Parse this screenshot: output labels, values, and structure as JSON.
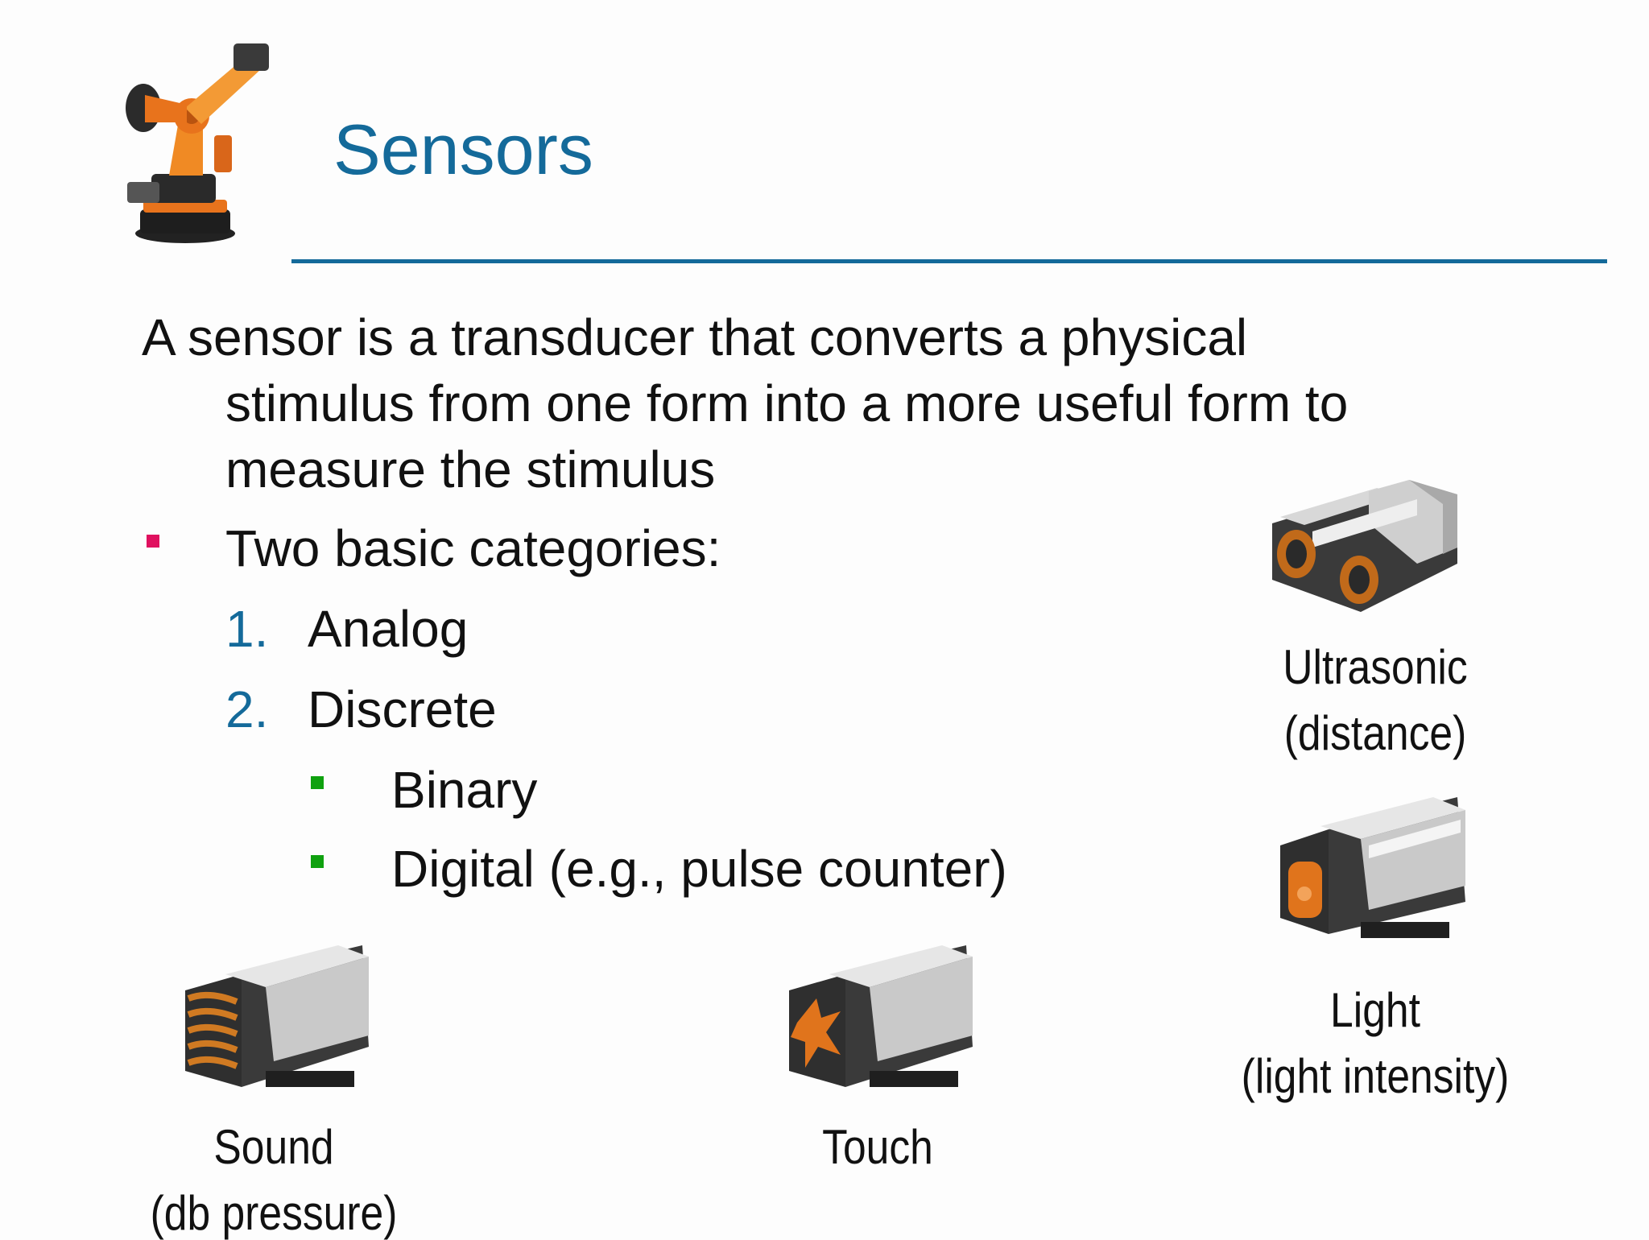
{
  "header": {
    "title": "Sensors",
    "logo_icon": "industrial-robot-arm-icon",
    "accent_color": "#146a9a"
  },
  "body": {
    "definition_lines": [
      "A sensor is a transducer that converts a physical",
      "stimulus from one form into a more useful form to",
      "measure the stimulus"
    ],
    "categories_heading": "Two basic categories:",
    "numbered": [
      {
        "num": "1.",
        "text": "Analog"
      },
      {
        "num": "2.",
        "text": "Discrete"
      }
    ],
    "sub_items": [
      "Binary",
      "Digital (e.g., pulse counter)"
    ],
    "bullet_colors": {
      "main": "#e0115f",
      "sub": "#0fa10f"
    }
  },
  "sensors": {
    "ultrasonic": {
      "line1": "Ultrasonic",
      "line2": "(distance)",
      "icon": "ultrasonic-sensor-icon"
    },
    "light": {
      "line1": "Light",
      "line2": "(light intensity)",
      "icon": "light-sensor-icon"
    },
    "sound": {
      "line1": "Sound",
      "line2": "(db pressure)",
      "icon": "sound-sensor-icon"
    },
    "touch": {
      "line1": "Touch",
      "icon": "touch-sensor-icon"
    }
  }
}
